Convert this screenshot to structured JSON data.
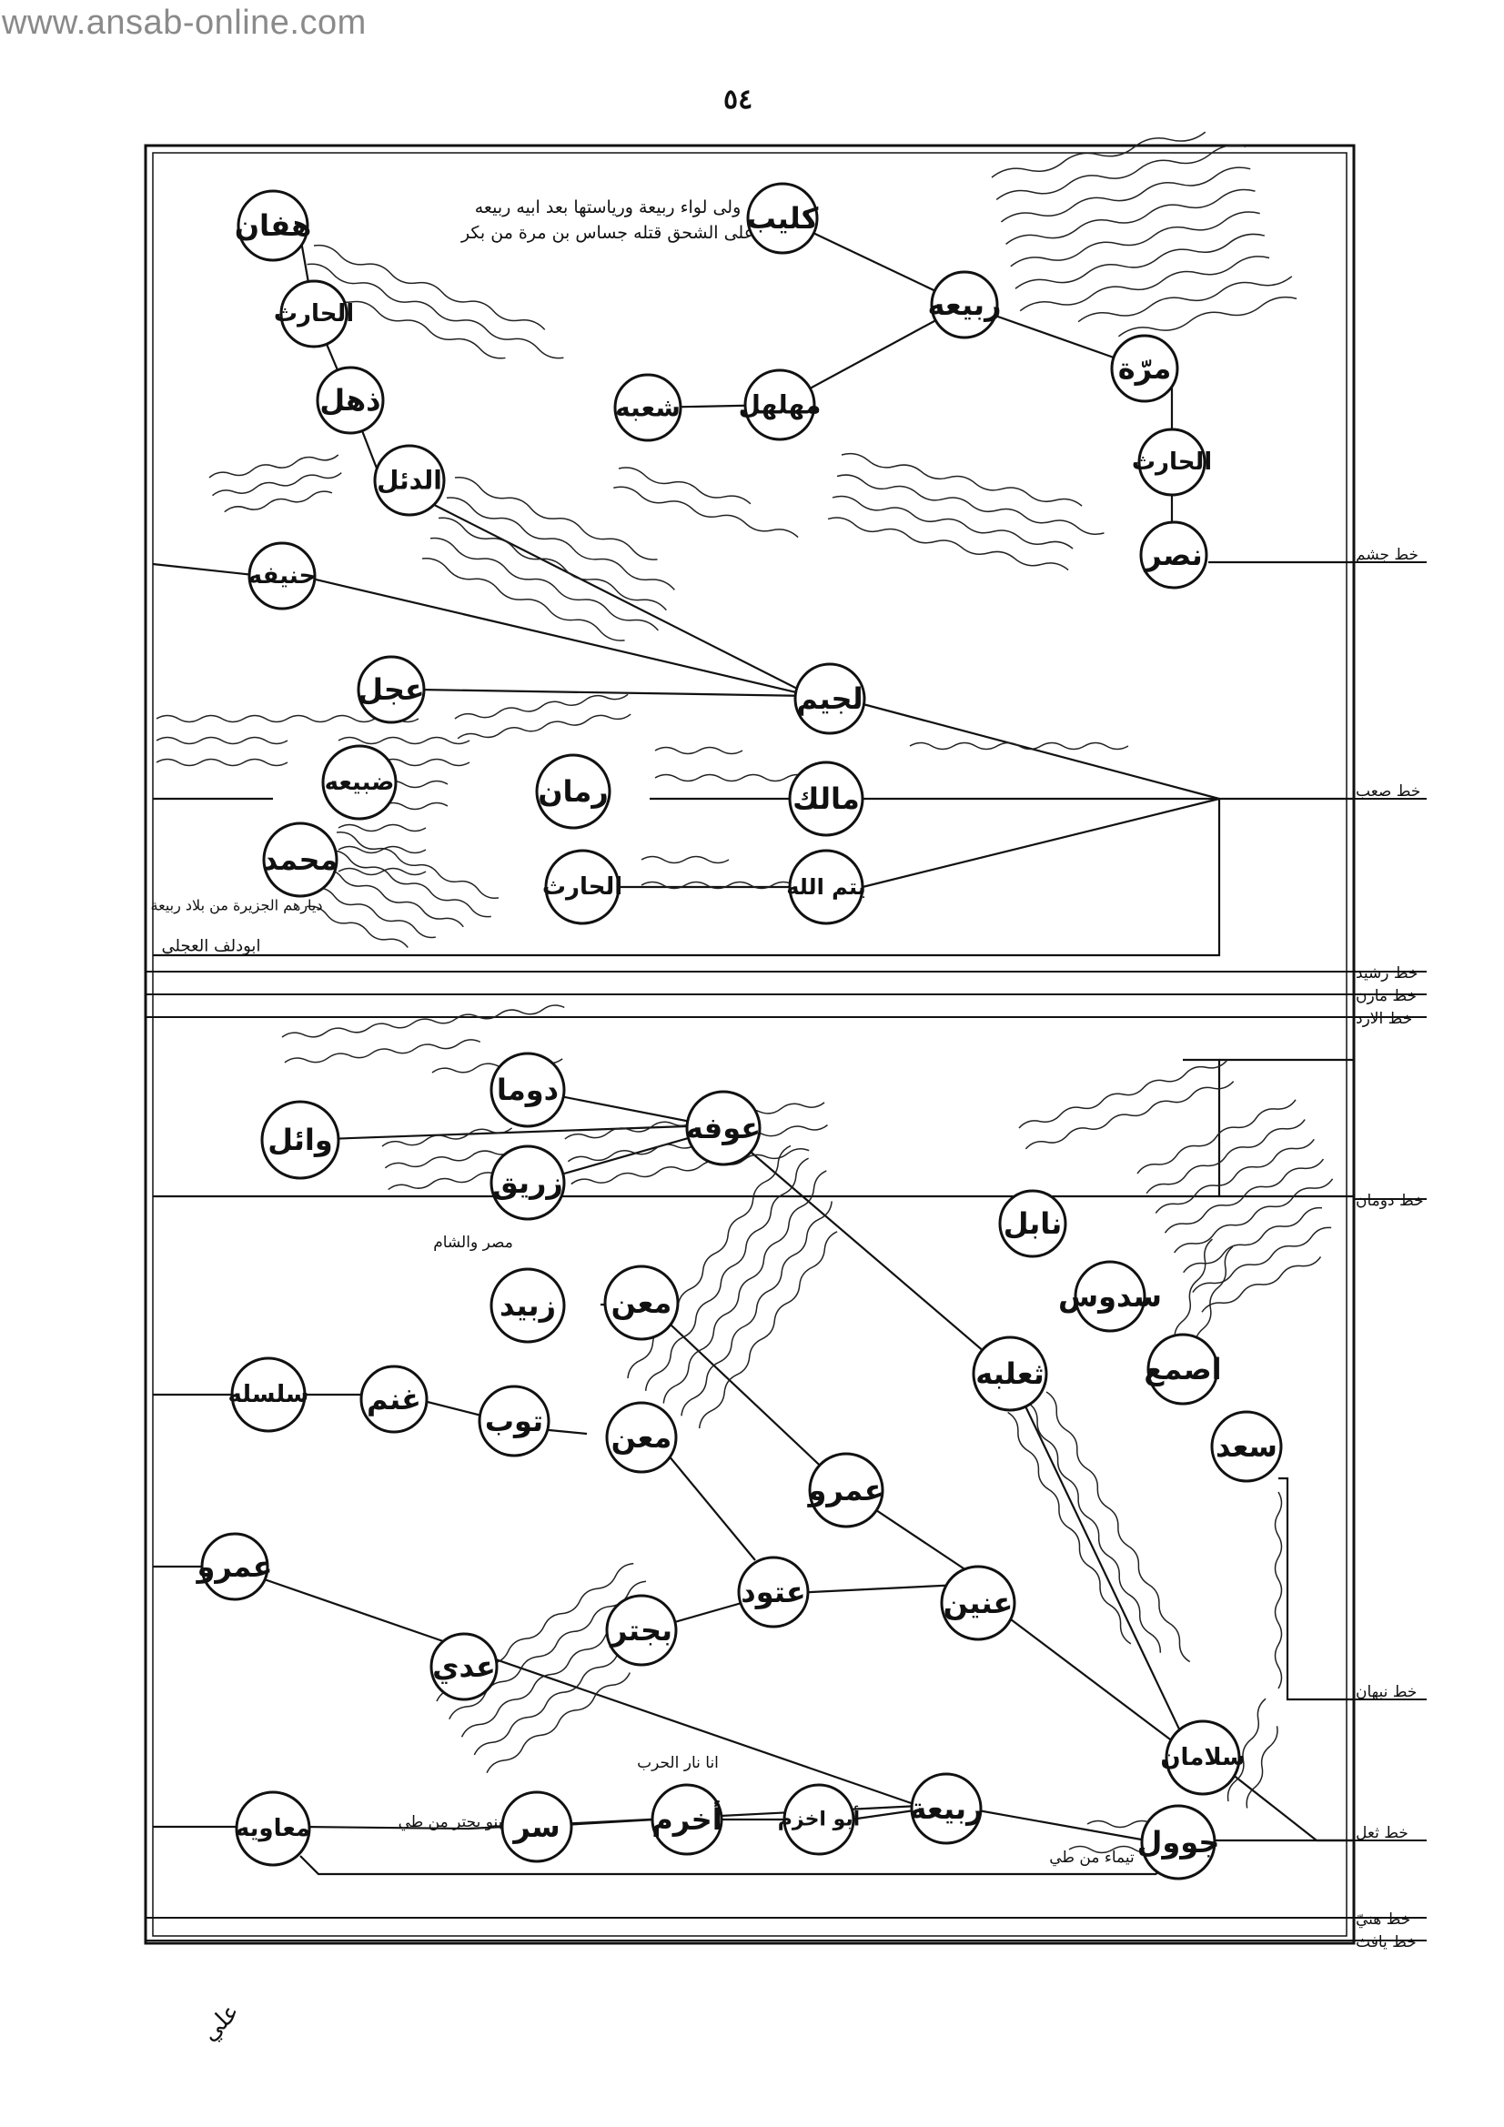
{
  "header": {
    "site": "www.ansab-online.com",
    "page_number": "٥٤"
  },
  "colors": {
    "ink": "#111111",
    "paper": "#ffffff",
    "site_text": "#8a8a8a"
  },
  "nodes": {
    "kulayb": "كليب",
    "rabia_top": "ربيعه",
    "murra": "مرّة",
    "harith_r": "الحارث",
    "nasr": "نصر",
    "muhalhil": "مهلهل",
    "shuba": "شعبه",
    "hiffan": "هفان",
    "harith_l": "الحارث",
    "dhuhl": "ذهل",
    "duil": "الدئل",
    "hanifa": "حنيفه",
    "lujaym": "لجيم",
    "ijl": "عجل",
    "dubaya": "ضبيعه",
    "muhammad": "محمد",
    "ruman": "رمان",
    "malik": "مالك",
    "taym": "يتم الله",
    "harith_b": "الحارث",
    "awfa": "عوفه",
    "durma": "دوما",
    "wail": "وائل",
    "zurayq": "زريق",
    "man1": "معن",
    "zubayd": "زبيد",
    "silsila": "سلسله",
    "ghanm": "غنم",
    "tawb": "توب",
    "man2": "معن",
    "amr_mid": "عمرو",
    "thaalaba": "ثعلبه",
    "nabil": "نابل",
    "sadus": "سدوس",
    "asma": "اصمع",
    "saad": "سعد",
    "ataud": "عتود",
    "unayn": "عنين",
    "bujtur": "بجتر",
    "amr_left": "عمرو",
    "adi": "عدي",
    "salaman": "سلامان",
    "juwal": "جوول",
    "rabia_low": "ربيعة",
    "akhzam": "أبو اخزم",
    "akhram": "أخرم",
    "sarr": "سر",
    "muawiya": "معاويه"
  },
  "side_labels": {
    "jusham": "خط جشم",
    "saab": "خط صعب",
    "rashid": "خط رشيد",
    "mazin": "خط مازن",
    "azd": "خط الازد",
    "duman": "خط دومان",
    "nabhan": "خط نبهان",
    "thual": "خط ثعل",
    "hunay": "خط هنيّ",
    "yafith": "خط يافث"
  },
  "notes": {
    "kulayb_note_1": "ولى لواء ربيعة ورياستها بعد ابيه ربيعه",
    "kulayb_note_2": "على الشحق قتله جساس بن مرة من بكر",
    "dubaya_note": "ديارهم الجزيرة من بلاد ربيعة",
    "muhammad_note": "ابودلف العجلي",
    "awfa_note": "مصر والشام",
    "akhram_note": "انا نار الحرب",
    "sarr_note": "بنو بحتر من طي",
    "juwal_note": "تيماء من طي"
  },
  "signature": "علي"
}
